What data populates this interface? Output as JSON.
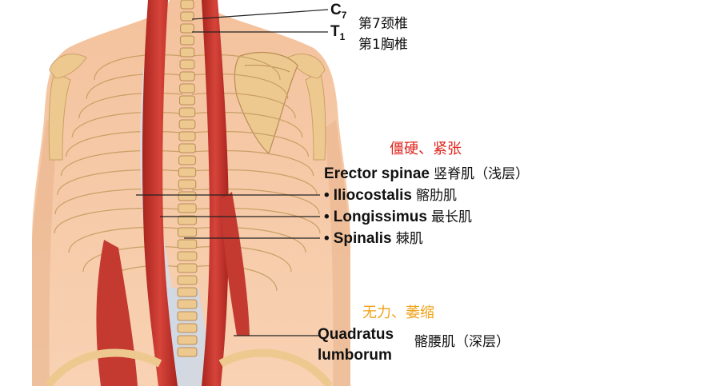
{
  "labels": {
    "c7": {
      "letter": "C",
      "sub": "7",
      "cn": "第7颈椎"
    },
    "t1": {
      "letter": "T",
      "sub": "1",
      "cn": "第1胸椎"
    },
    "upper_status": "僵硬、紧张",
    "erector": {
      "en": "Erector spinae",
      "cn": "竖脊肌（浅层）"
    },
    "iliocostalis": {
      "bullet": "•",
      "en": "Iliocostalis",
      "cn": "髂肋肌"
    },
    "longissimus": {
      "bullet": "•",
      "en": "Longissimus",
      "cn": "最长肌"
    },
    "spinalis": {
      "bullet": "•",
      "en": "Spinalis",
      "cn": "棘肌"
    },
    "lower_status": "无力、萎缩",
    "quadratus": {
      "line1": "Quadratus",
      "line2": "lumborum",
      "cn": "髂腰肌（深层）"
    }
  },
  "colors": {
    "skin": "#f6caa6",
    "skin_shadow": "#e7a982",
    "bone": "#f0d19a",
    "bone_edge": "#c9a066",
    "muscle": "#c8332b",
    "muscle_dark": "#8e1f1a",
    "tendon": "#c9d3e2",
    "status_red": "#e0241b",
    "status_orange": "#f0a21a",
    "leader": "#222222"
  }
}
